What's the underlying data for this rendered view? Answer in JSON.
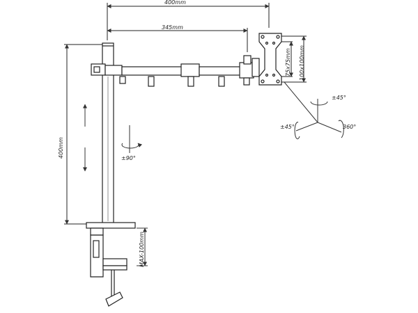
{
  "dimensions": {
    "arm_total": "400mm",
    "arm_short": "345mm",
    "pole_height": "400mm",
    "vesa_small": "75x75mm",
    "vesa_large": "100x100mm",
    "clamp_max": "MAX-100mm"
  },
  "rotations": {
    "pole": "±90°",
    "tilt_top": "±45°",
    "tilt_side": "±45°",
    "rotate": "360°"
  },
  "colors": {
    "line": "#222222",
    "dim": "#444444"
  }
}
